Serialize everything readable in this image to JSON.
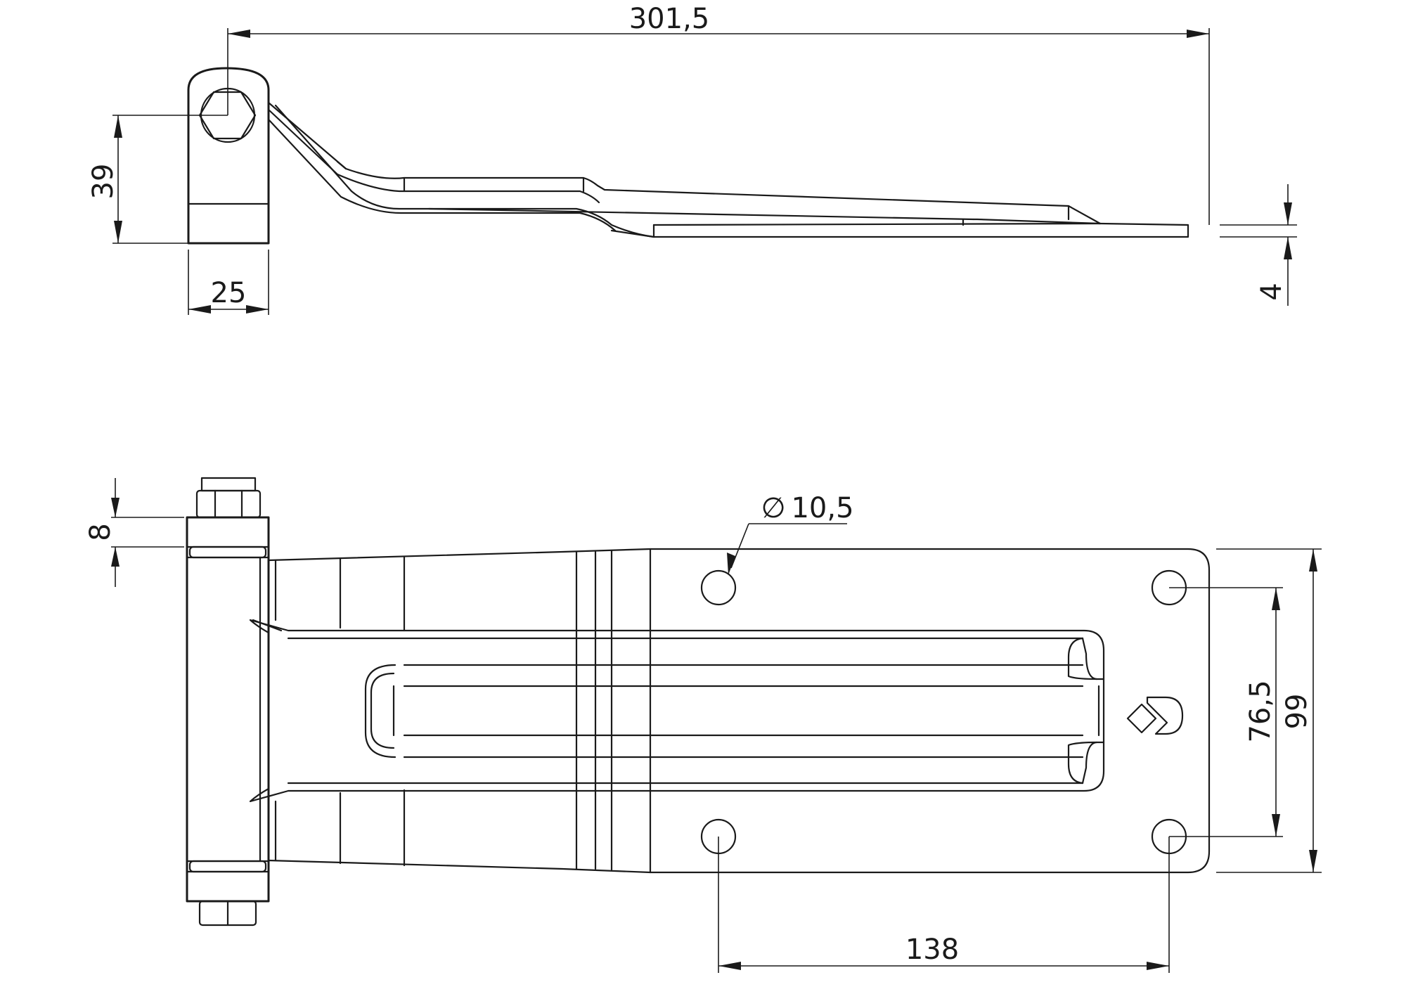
{
  "dimensions": {
    "overall_length": "301,5",
    "eye_height": "39",
    "eye_width": "25",
    "plate_thickness": "4",
    "nut_offset": "8",
    "hole_diameter_symbol": "∅",
    "hole_diameter": "10,5",
    "hole_pitch_vertical": "76,5",
    "plate_width": "99",
    "hole_pitch_horizontal": "138"
  }
}
